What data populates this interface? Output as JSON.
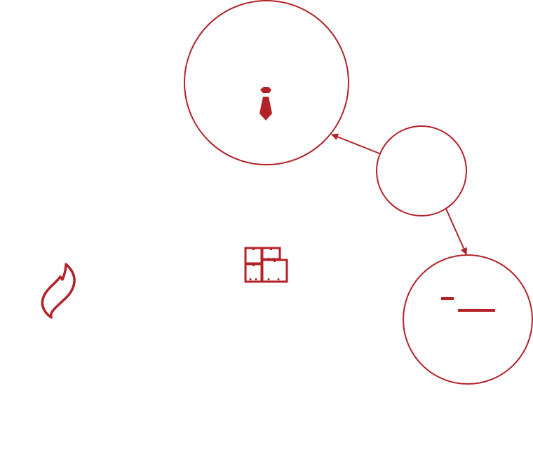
{
  "diagram": {
    "accent_color": "#b22228",
    "background_color": "#ffffff",
    "nodes": [
      {
        "id": "tie-node",
        "icon": "necktie-icon"
      },
      {
        "id": "source-node",
        "icon": null
      },
      {
        "id": "dash-node",
        "icon": "dashes-icon"
      }
    ],
    "edges": [
      {
        "from": "source-node",
        "to": "tie-node"
      },
      {
        "from": "source-node",
        "to": "dash-node"
      }
    ],
    "free_icons": [
      "boxes-icon",
      "flame-icon"
    ]
  }
}
